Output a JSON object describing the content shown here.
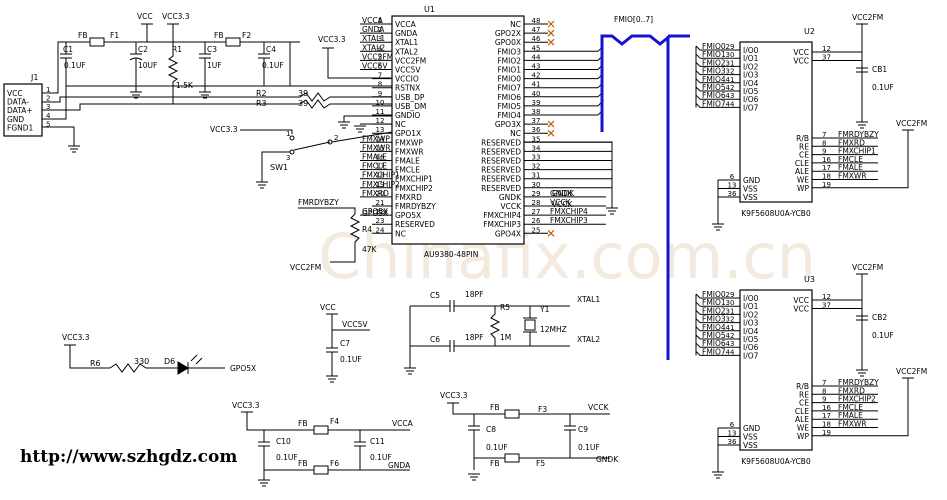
{
  "watermark": "Chinafix.com.cn",
  "footer_url": "http://www.szhgdz.com",
  "u1": {
    "ref": "U1",
    "part": "AU9380-48PIN",
    "left_pins": [
      {
        "num": "1",
        "name": "VCCA",
        "net": "VCCA"
      },
      {
        "num": "2",
        "name": "GNDA",
        "net": "GNDA"
      },
      {
        "num": "3",
        "name": "XTAL1",
        "net": "XTAL1"
      },
      {
        "num": "4",
        "name": "XTAL2",
        "net": "XTAL2"
      },
      {
        "num": "5",
        "name": "VCC2FM",
        "net": "VCC2FM"
      },
      {
        "num": "6",
        "name": "VCC5V",
        "net": "VCC5V"
      },
      {
        "num": "7",
        "name": "VCCIO",
        "net": ""
      },
      {
        "num": "8",
        "name": "RSTNX",
        "net": ""
      },
      {
        "num": "9",
        "name": "USB_DP",
        "net": ""
      },
      {
        "num": "10",
        "name": "USB_DM",
        "net": ""
      },
      {
        "num": "11",
        "name": "GNDIO",
        "net": ""
      },
      {
        "num": "12",
        "name": "NC",
        "net": ""
      },
      {
        "num": "13",
        "name": "GPO1X",
        "net": ""
      },
      {
        "num": "14",
        "name": "FMXWP",
        "net": "FMXWP"
      },
      {
        "num": "15",
        "name": "FMXWR",
        "net": "FMXWR"
      },
      {
        "num": "16",
        "name": "FMALE",
        "net": "FMALE"
      },
      {
        "num": "17",
        "name": "FMCLE",
        "net": "FMCLE"
      },
      {
        "num": "18",
        "name": "FMXCHIP1",
        "net": "FMXCHIP1"
      },
      {
        "num": "19",
        "name": "FMXCHIP2",
        "net": "FMXCHIP2"
      },
      {
        "num": "20",
        "name": "FMXRD",
        "net": "FMXRD"
      },
      {
        "num": "21",
        "name": "FMRDYBZY",
        "net": ""
      },
      {
        "num": "22",
        "name": "GPO5X",
        "net": "GPO5X"
      },
      {
        "num": "23",
        "name": "RESERVED",
        "net": ""
      },
      {
        "num": "24",
        "name": "NC",
        "net": ""
      }
    ],
    "right_pins": [
      {
        "num": "48",
        "name": "NC",
        "net": ""
      },
      {
        "num": "47",
        "name": "GPO2X",
        "net": ""
      },
      {
        "num": "46",
        "name": "GPO0X",
        "net": ""
      },
      {
        "num": "45",
        "name": "FMIO3",
        "net": ""
      },
      {
        "num": "44",
        "name": "FMIO2",
        "net": ""
      },
      {
        "num": "43",
        "name": "FMIO1",
        "net": ""
      },
      {
        "num": "42",
        "name": "FMIO0",
        "net": ""
      },
      {
        "num": "41",
        "name": "FMIO7",
        "net": ""
      },
      {
        "num": "40",
        "name": "FMIO6",
        "net": ""
      },
      {
        "num": "39",
        "name": "FMIO5",
        "net": ""
      },
      {
        "num": "38",
        "name": "FMIO4",
        "net": ""
      },
      {
        "num": "37",
        "name": "GPO3X",
        "net": ""
      },
      {
        "num": "36",
        "name": "NC",
        "net": ""
      },
      {
        "num": "35",
        "name": "RESERVED",
        "net": ""
      },
      {
        "num": "34",
        "name": "RESERVED",
        "net": ""
      },
      {
        "num": "33",
        "name": "RESERVED",
        "net": ""
      },
      {
        "num": "32",
        "name": "RESERVED",
        "net": ""
      },
      {
        "num": "31",
        "name": "RESERVED",
        "net": ""
      },
      {
        "num": "30",
        "name": "RESERVED",
        "net": ""
      },
      {
        "num": "29",
        "name": "GNDK",
        "net": "GNDK"
      },
      {
        "num": "28",
        "name": "VCCK",
        "net": "VCCK"
      },
      {
        "num": "27",
        "name": "FMXCHIP4",
        "net": "FMXCHIP4"
      },
      {
        "num": "26",
        "name": "FMXCHIP3",
        "net": "FMXCHIP3"
      },
      {
        "num": "25",
        "name": "GPO4X",
        "net": ""
      }
    ]
  },
  "fmio_bus": "FMIO[0..7]",
  "flash_chips": [
    {
      "ref": "U2",
      "part": "K9F5608U0A-YCB0",
      "io_pins": [
        {
          "net": "FMIO0",
          "num": "29",
          "name": "I/O0"
        },
        {
          "net": "FMIO1",
          "num": "30",
          "name": "I/O1"
        },
        {
          "net": "FMIO2",
          "num": "31",
          "name": "I/O2"
        },
        {
          "net": "FMIO3",
          "num": "32",
          "name": "I/O3"
        },
        {
          "net": "FMIO4",
          "num": "41",
          "name": "I/O4"
        },
        {
          "net": "FMIO5",
          "num": "42",
          "name": "I/O5"
        },
        {
          "net": "FMIO6",
          "num": "43",
          "name": "I/O6"
        },
        {
          "net": "FMIO7",
          "num": "44",
          "name": "I/O7"
        }
      ],
      "vcc_pins": [
        {
          "num": "12",
          "name": "VCC"
        },
        {
          "num": "37",
          "name": "VCC"
        }
      ],
      "gnd_pins": [
        {
          "num": "6",
          "name": "GND"
        },
        {
          "num": "13",
          "name": "VSS"
        },
        {
          "num": "36",
          "name": "VSS"
        }
      ],
      "ctrl_pins": [
        {
          "num": "7",
          "name": "R/B",
          "net": "FMRDYBZY"
        },
        {
          "num": "8",
          "name": "RE",
          "net": "FMXRD"
        },
        {
          "num": "9",
          "name": "CE",
          "net": "FMXCHIP1"
        },
        {
          "num": "16",
          "name": "CLE",
          "net": "FMCLE"
        },
        {
          "num": "17",
          "name": "ALE",
          "net": "FMALE"
        },
        {
          "num": "18",
          "name": "WE",
          "net": "FMXWR"
        },
        {
          "num": "19",
          "name": "WP",
          "net": ""
        }
      ],
      "supply": "VCC2FM",
      "cap": {
        "ref": "CB1",
        "value": "0.1UF"
      },
      "wp_supply": "VCC2FM"
    },
    {
      "ref": "U3",
      "part": "K9F5608U0A-YCB0",
      "io_pins": [
        {
          "net": "FMIO0",
          "num": "29",
          "name": "I/O0"
        },
        {
          "net": "FMIO1",
          "num": "30",
          "name": "I/O1"
        },
        {
          "net": "FMIO2",
          "num": "31",
          "name": "I/O2"
        },
        {
          "net": "FMIO3",
          "num": "32",
          "name": "I/O3"
        },
        {
          "net": "FMIO4",
          "num": "41",
          "name": "I/O4"
        },
        {
          "net": "FMIO5",
          "num": "42",
          "name": "I/O5"
        },
        {
          "net": "FMIO6",
          "num": "43",
          "name": "I/O6"
        },
        {
          "net": "FMIO7",
          "num": "44",
          "name": "I/O7"
        }
      ],
      "vcc_pins": [
        {
          "num": "12",
          "name": "VCC"
        },
        {
          "num": "37",
          "name": "VCC"
        }
      ],
      "gnd_pins": [
        {
          "num": "6",
          "name": "GND"
        },
        {
          "num": "13",
          "name": "VSS"
        },
        {
          "num": "36",
          "name": "VSS"
        }
      ],
      "ctrl_pins": [
        {
          "num": "7",
          "name": "R/B",
          "net": "FMRDYBZY"
        },
        {
          "num": "8",
          "name": "RE",
          "net": "FMXRD"
        },
        {
          "num": "9",
          "name": "CE",
          "net": "FMXCHIP2"
        },
        {
          "num": "16",
          "name": "CLE",
          "net": "FMCLE"
        },
        {
          "num": "17",
          "name": "ALE",
          "net": "FMALE"
        },
        {
          "num": "18",
          "name": "WE",
          "net": "FMXWR"
        },
        {
          "num": "19",
          "name": "WP",
          "net": ""
        }
      ],
      "supply": "VCC2FM",
      "cap": {
        "ref": "CB2",
        "value": "0.1UF"
      },
      "wp_supply": "VCC2FM"
    }
  ],
  "j1": {
    "ref": "J1",
    "pins": [
      {
        "num": "1",
        "name": "VCC"
      },
      {
        "num": "2",
        "name": "DATA-"
      },
      {
        "num": "3",
        "name": "DATA+"
      },
      {
        "num": "4",
        "name": "GND"
      },
      {
        "num": "5",
        "name": "FGND1"
      }
    ]
  },
  "supply_vcc": "VCC",
  "supply_vcc33": "VCC3.3",
  "top_left": {
    "fb1": {
      "ref": "F1",
      "label": "FB"
    },
    "c1": {
      "ref": "C1",
      "value": "0.1UF"
    },
    "c2": {
      "ref": "C2",
      "value": "10UF"
    },
    "r1": {
      "ref": "R1",
      "value": "1.5K"
    },
    "c3": {
      "ref": "C3",
      "value": "1UF"
    },
    "fb2": {
      "ref": "F2",
      "label": "FB"
    },
    "c4": {
      "ref": "C4",
      "value": "0.1UF"
    },
    "r2": {
      "ref": "R2",
      "value": "39"
    },
    "r3": {
      "ref": "R3",
      "value": "39"
    }
  },
  "sw1": {
    "ref": "SW1",
    "pin1": "1",
    "pin2": "2",
    "pin3": "3"
  },
  "r4": {
    "ref": "R4",
    "value": "47K"
  },
  "nets": {
    "fmrdybzy": "FMRDYBZY",
    "gpo5x": "GPO5X",
    "vcc2fm": "VCC2FM",
    "vcc5v": "VCC5V",
    "xtal1": "XTAL1",
    "xtal2": "XTAL2",
    "vcca": "VCCA",
    "gnda": "GNDA",
    "vcck": "VCCK",
    "gndk": "GNDK",
    "gndk_label": "GNDK",
    "vcck_label": "VCCK"
  },
  "c7": {
    "ref": "C7",
    "value": "0.1UF"
  },
  "crystal": {
    "c5": {
      "ref": "C5",
      "value": "18PF"
    },
    "c6": {
      "ref": "C6",
      "value": "18PF"
    },
    "r5": {
      "ref": "R5",
      "value": "1M"
    },
    "y1": {
      "ref": "Y1",
      "value": "12MHZ"
    }
  },
  "led": {
    "r6": {
      "ref": "R6",
      "value": "330"
    },
    "d6": {
      "ref": "D6"
    }
  },
  "filter_a": {
    "f4": {
      "ref": "F4",
      "label": "FB"
    },
    "f6": {
      "ref": "F6",
      "label": "FB"
    },
    "c10": {
      "ref": "C10",
      "value": "0.1UF"
    },
    "c11": {
      "ref": "C11",
      "value": "0.1UF"
    }
  },
  "filter_b": {
    "f3": {
      "ref": "F3",
      "label": "FB"
    },
    "f5": {
      "ref": "F5",
      "label": "FB"
    },
    "c8": {
      "ref": "C8",
      "value": "0.1UF"
    },
    "c9": {
      "ref": "C9",
      "value": "0.1UF"
    }
  }
}
